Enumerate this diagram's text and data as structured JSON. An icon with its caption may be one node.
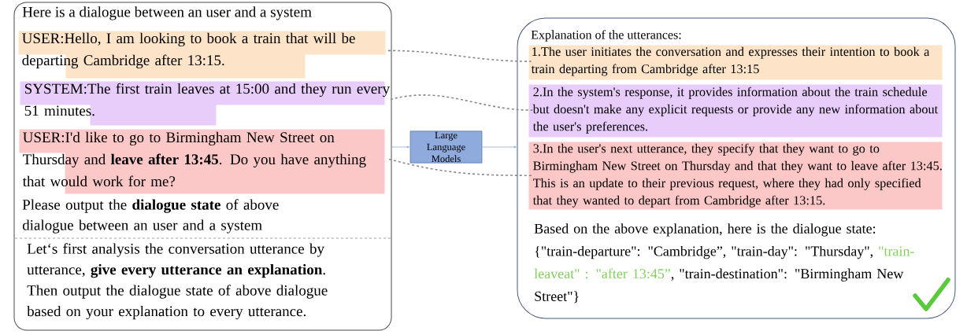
{
  "diagram": {
    "nodes": [
      {
        "text": [
          "Here is a dialogue between an user and a system",
          "Please output the **dialogue state** of above dialogue between an user and a system",
          "Let‘s first analysis the conversation utterance by utterance, **give every utterance an explanation**. Then output the dialogue state of above dialogue based on your explanation to every utterance."
        ]
      },
      {
        "text": [
          "USER:Hello, I am looking to book a train that will be departing Cambridge after 13:15."
        ],
        "in": 0
      },
      {
        "text": [
          "SYSTEM:The first train leaves at 15:00 and they run every 51 minutes."
        ],
        "in": 0
      },
      {
        "text": [
          "USER:I'd like to go to Birmingham New Street on Thursday and **leave after 13:45**. Do you have anything that would work for me?"
        ],
        "in": 0
      },
      {
        "text": [
          "Large Language Models"
        ]
      },
      {
        "text": [
          "Explanation of the utterances:",
          "Based on the above explanation, here is the dialogue state:",
          "{\"train-departure\": \"Cambridge”, \"train-day\": \"Thursday\",",
          "\"train-leaveat\" : \"after 13:45”",
          ", \"train-destination\": \"Birmingham New Street\"}"
        ]
      },
      {
        "text": [
          "1.The user initiates the conversation and expresses their intention to book a train departing from Cambridge after 13:15"
        ],
        "in": 5
      },
      {
        "text": [
          "2.In the system's response, it provides information about the train schedule but doesn't make any explicit requests or provide any new information about the user's preferences."
        ],
        "in": 5
      },
      {
        "text": [
          "3.In the user's next utterance, they specify that they want to go to Birmingham New Street on Thursday and that they want to leave after 13:45. This is an update to their previous request, where they had only specified that they wanted to depart from Cambridge after 13:15."
        ],
        "in": 5
      }
    ],
    "edges": [
      {
        "from": 1,
        "to": 6,
        "arrow": "none",
        "style": "dashed"
      },
      {
        "from": 2,
        "to": 7,
        "arrow": "none",
        "style": "dashed"
      },
      {
        "from": 3,
        "to": 8,
        "arrow": "none",
        "style": "dashed"
      },
      {
        "from": 0,
        "to": 4,
        "arrow": "to",
        "color": "#8eaadb"
      },
      {
        "from": 4,
        "to": 5,
        "arrow": "to",
        "color": "#8eaadb"
      }
    ]
  }
}
